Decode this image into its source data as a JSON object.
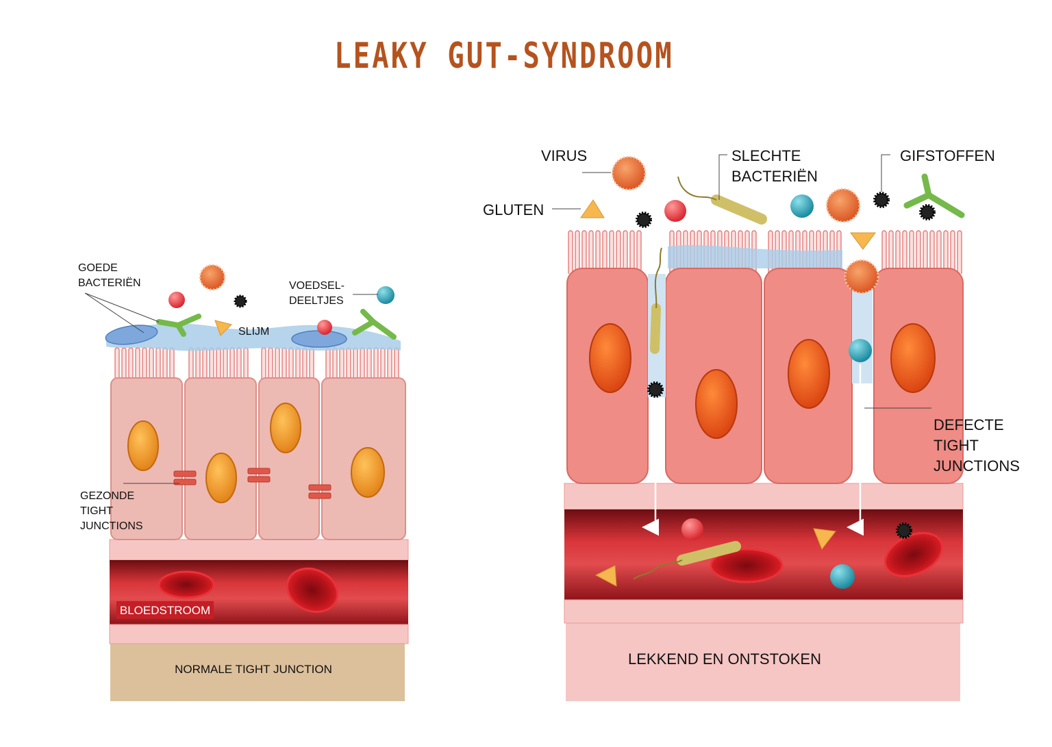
{
  "title": "LEAKY GUT-SYNDROOM",
  "colors": {
    "title": "#b5531f",
    "healthy_cell": "#edb9b3",
    "inflamed_cell": "#ef8c85",
    "nucleus_healthy": "#f09a2a",
    "nucleus_inflamed": "#e85a1a",
    "blood": "#c41e26",
    "mucus": "#a9cde8",
    "lamina": "#dcc09b"
  },
  "left": {
    "good_bacteria": "GOEDE\nBACTERIËN",
    "food_particles": "VOEDSEL-\nDEELTJES",
    "mucus": "SLIJM",
    "healthy_tight_junctions": "GEZONDE\nTIGHT\nJUNCTIONS",
    "bloodstream": "BLOEDSTROOM",
    "caption": "NORMALE TIGHT JUNCTION"
  },
  "right": {
    "virus": "VIRUS",
    "gluten": "GLUTEN",
    "bad_bacteria": "SLECHTE\nBACTERIËN",
    "toxins": "GIFSTOFFEN",
    "defective_tight_junctions": "DEFECTE\nTIGHT\nJUNCTIONS",
    "caption": "LEKKEND EN ONTSTOKEN"
  }
}
